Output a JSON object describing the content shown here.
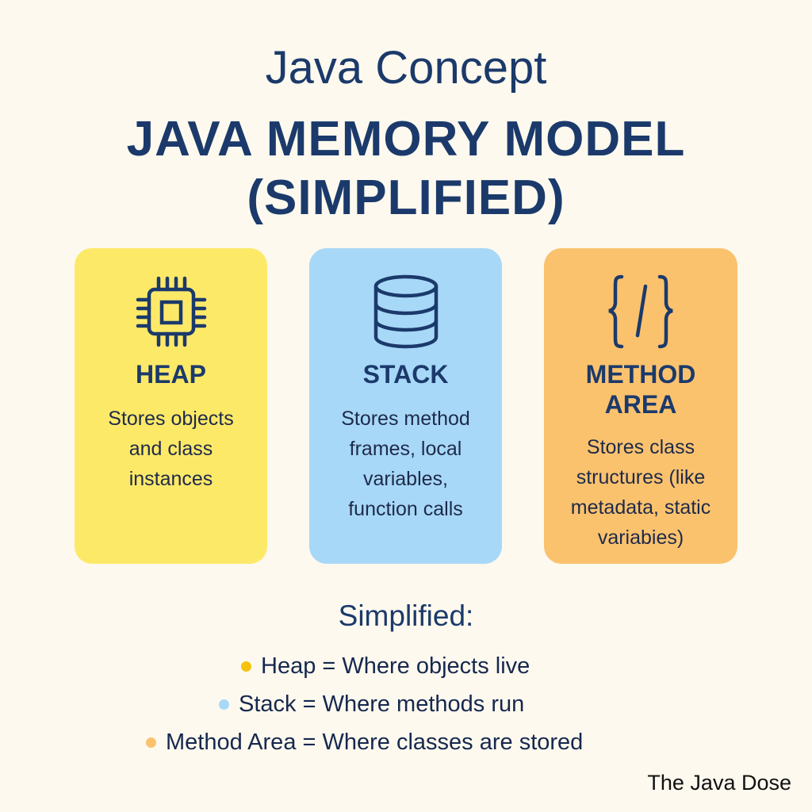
{
  "header": {
    "subtitle": "Java Concept",
    "title_line1": "JAVA MEMORY MODEL",
    "title_line2": "(SIMPLIFIED)"
  },
  "cards": [
    {
      "icon": "cpu-chip-icon",
      "label": "HEAP",
      "body": [
        "Stores objects",
        "and class",
        "instances"
      ],
      "color": "#fde968"
    },
    {
      "icon": "database-icon",
      "label": "STACK",
      "body": [
        "Stores method",
        "frames, local",
        "variables,",
        "function calls"
      ],
      "color": "#a8d8f8"
    },
    {
      "icon": "code-braces-icon",
      "label_lines": [
        "METHOD",
        "AREA"
      ],
      "body": [
        "Stores class",
        "structures (like",
        "metadata, static",
        "variabies)"
      ],
      "color": "#fbc26e"
    }
  ],
  "summary": {
    "heading": "Simplified:",
    "items": [
      {
        "text": "Heap = Where objects live",
        "dot": "#f5c20f"
      },
      {
        "text": "Stack = Where methods run",
        "dot": "#a8d8f8"
      },
      {
        "text": "Method Area = Where classes are stored",
        "dot": "#fbc26e"
      }
    ]
  },
  "footer": "The Java Dose"
}
